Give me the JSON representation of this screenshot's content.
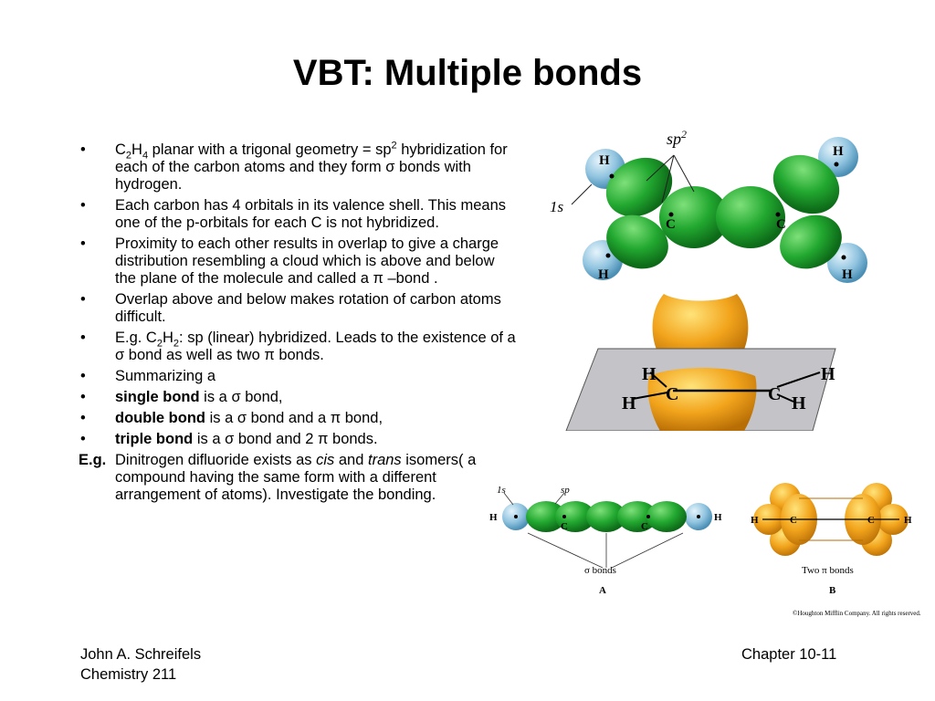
{
  "slide": {
    "title": "VBT: Multiple bonds",
    "bullets": {
      "b1": {
        "pre": "C",
        "s1": "2",
        "mid": "H",
        "s2": "4",
        "text": " planar with a trigonal geometry = sp",
        "sup": "2",
        "rest": " hybridization for each of the carbon atoms and they form ",
        "sym": "σ",
        "rest2": " bonds with hydrogen."
      },
      "b2": "Each carbon has 4 orbitals in its valence shell. This means one of the p-orbitals for each C is not hybridized.",
      "b3": {
        "text": "Proximity to each other results in overlap to give a charge distribution resembling a cloud which is above and below the plane of the molecule and called a ",
        "sym": "π",
        "rest": " –bond ."
      },
      "b4": "Overlap above and below makes rotation of carbon atoms difficult.",
      "b5": {
        "pre": "E.g. C",
        "s1": "2",
        "mid": "H",
        "s2": "2",
        "text": ": sp (linear) hybridized. Leads to the existence of a ",
        "sym1": "σ",
        "mid2": " bond as well as two ",
        "sym2": "π",
        "rest": " bonds."
      },
      "b6": "Summarizing a",
      "b7": {
        "bold": "single bond",
        "text": " is a ",
        "sym": "σ",
        "rest": " bond,"
      },
      "b8": {
        "bold": "double bond",
        "text": " is a ",
        "sym1": "σ",
        "mid": " bond and a ",
        "sym2": "π",
        "rest": " bond,"
      },
      "b9": {
        "bold": "triple bond",
        "text": " is a ",
        "sym1": "σ",
        "mid": " bond and 2 ",
        "sym2": "π",
        "rest": " bonds."
      }
    },
    "example": {
      "lead": "E.g.",
      "text": " Dinitrogen difluoride exists as ",
      "cis": "cis",
      "and": " and ",
      "trans": "trans",
      "rest": " isomers( a compound having the same form with a different arrangement of atoms). Investigate the bonding."
    },
    "footer": {
      "author": "John A. Schreifels",
      "course": "Chemistry 211",
      "chapter": "Chapter 10-11"
    },
    "figures": {
      "ethylene": {
        "label_sp2": "sp",
        "label_sp2_sup": "2",
        "label_1s": "1s",
        "H": "H",
        "C": "C"
      },
      "acetylene": {
        "label_1s": "1s",
        "label_sp": "sp",
        "sigma_bonds": "σ bonds",
        "label_A": "A",
        "two_pi": "Two π bonds",
        "label_B": "B",
        "H": "H",
        "C": "C",
        "copyright": "©Houghton Mifflin Company. All rights reserved."
      }
    },
    "colors": {
      "green": "#22a830",
      "orange": "#f2a41c",
      "blue_h": "#8fc3df",
      "plane": "#c4c4c8"
    }
  }
}
